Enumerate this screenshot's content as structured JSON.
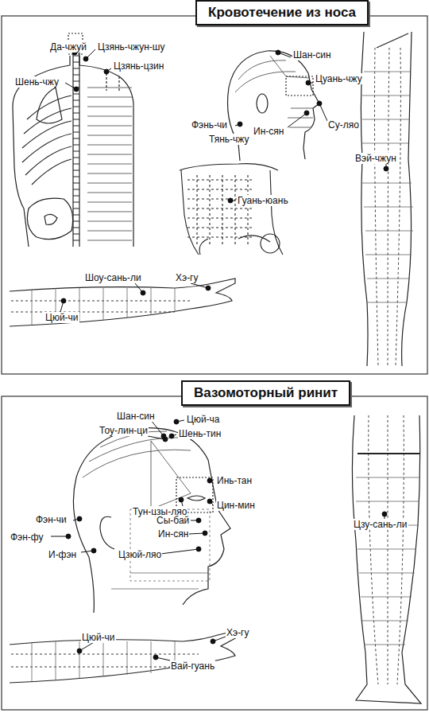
{
  "diagram": {
    "nodes": [
      {
        "text": [
          "Кровотечение из носа"
        ]
      },
      {
        "text": [
          "Вазомоторный ринит"
        ]
      }
    ],
    "labels": [
      "Да-чжуй",
      "Цзянь-чжун-шу",
      "Цзянь-цзин",
      "Шень-чжу",
      "Шан-син",
      "Цуань-чжу",
      "Фэнь-чи",
      "Тянь-чжу",
      "Ин-сян",
      "Су-ляо",
      "Вэй-чжун",
      "Гуань-юань",
      "Шоу-сань-ли",
      "Хэ-гу",
      "Цюй-чи",
      "Шан-син",
      "Цюй-ча",
      "Тоу-лин-ци",
      "Шень-тин",
      "Инь-тан",
      "Тун-цзы-ляо",
      "Цин-мин",
      "Фэн-чи",
      "Сы-бай",
      "Фэн-фу",
      "Ин-сян",
      "И-фэн",
      "Цзюй-ляо",
      "Цзу-сань-ли",
      "Цюй-чи",
      "Хэ-гу",
      "Вай-гуань"
    ]
  }
}
